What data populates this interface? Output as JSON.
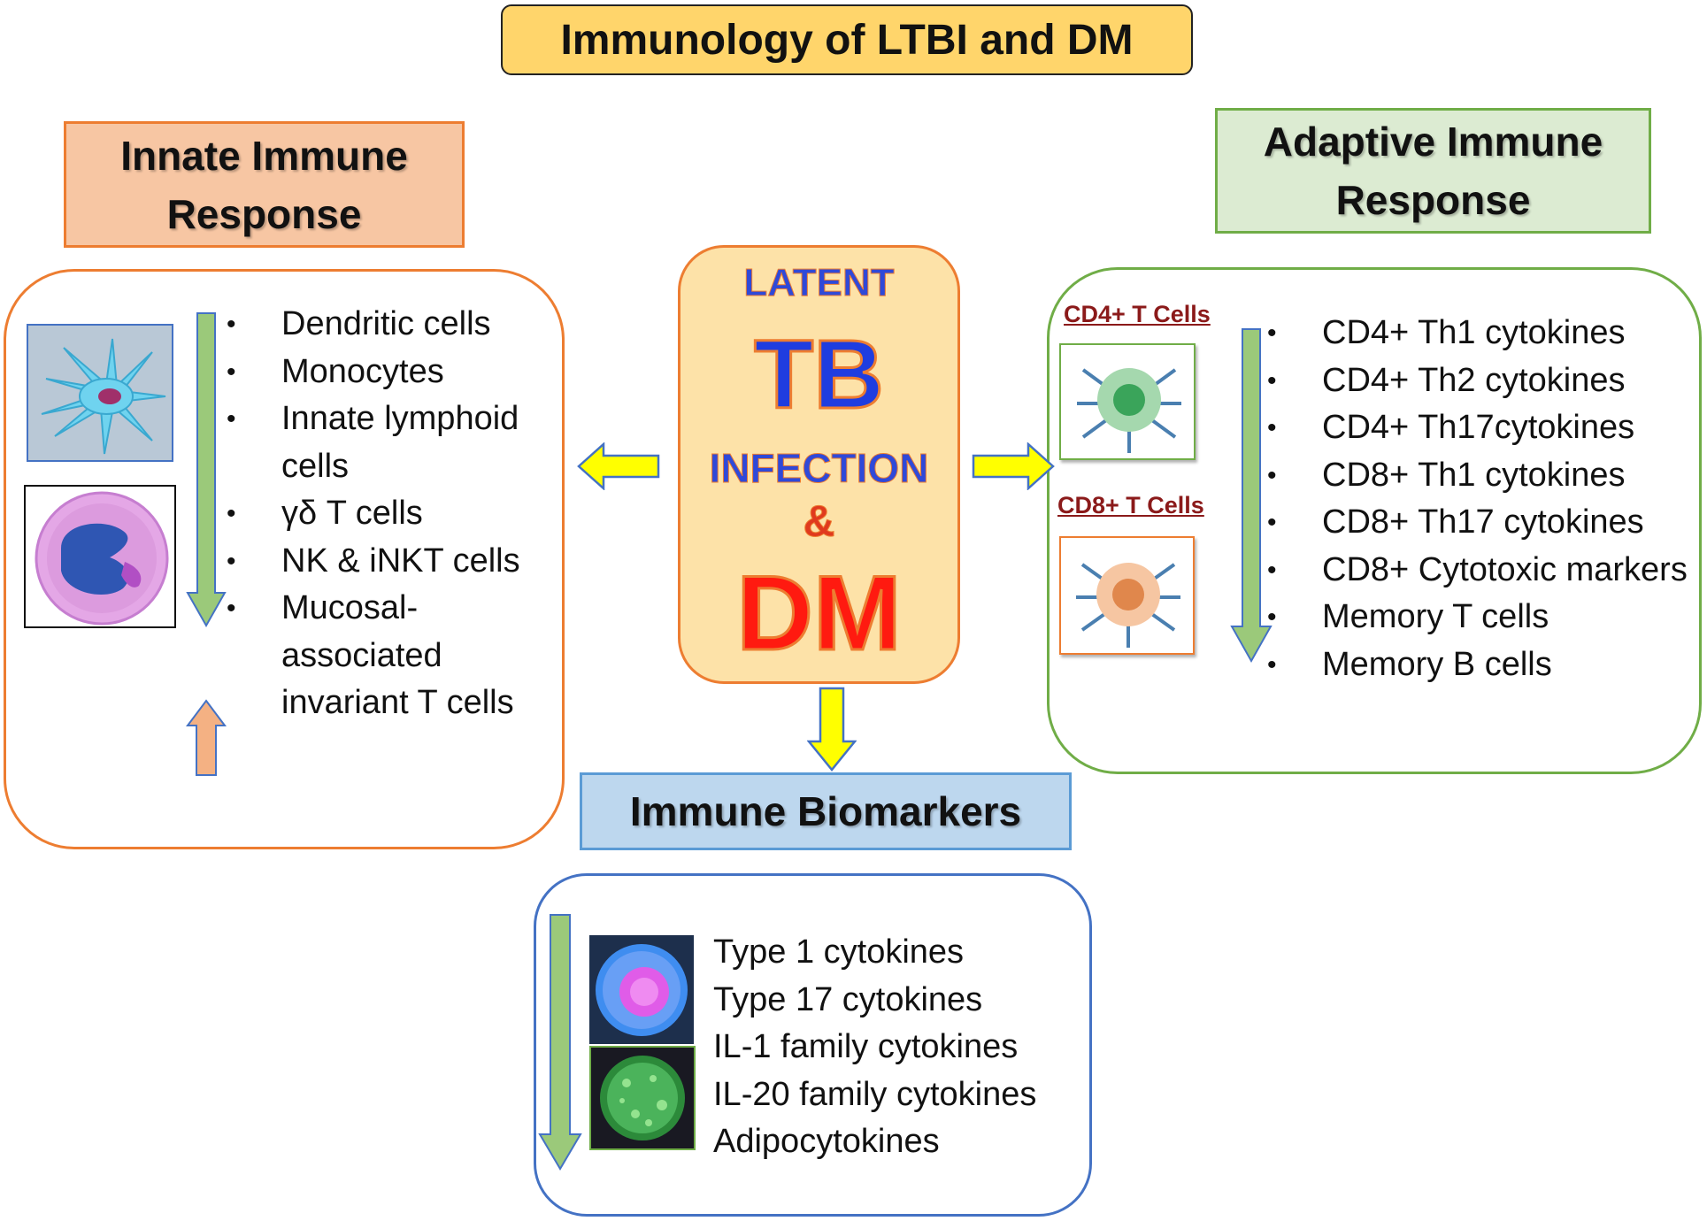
{
  "title": "Immunology of LTBI and DM",
  "innate": {
    "header_line1": "Innate Immune",
    "header_line2": "Response",
    "items": [
      "Dendritic cells",
      "Monocytes",
      "Innate lymphoid cells",
      "γδ T cells",
      "NK & iNKT cells",
      "Mucosal-associated invariant T cells"
    ]
  },
  "adaptive": {
    "header_line1": "Adaptive Immune",
    "header_line2": "Response",
    "cd4_label": "CD4+ T Cells",
    "cd8_label": "CD8+ T Cells",
    "items": [
      "CD4+ Th1 cytokines",
      "CD4+ Th2 cytokines",
      "CD4+ Th17cytokines",
      "CD8+ Th1 cytokines",
      "CD8+ Th17 cytokines",
      "CD8+ Cytotoxic markers",
      "Memory T cells",
      "Memory B cells"
    ]
  },
  "center": {
    "latent": "LATENT",
    "tb": "TB",
    "infection": "INFECTION",
    "amp": "&",
    "dm": "DM"
  },
  "biomarkers": {
    "header": "Immune Biomarkers",
    "items": [
      "Type 1 cytokines",
      "Type 17 cytokines",
      "IL-1 family cytokines",
      "IL-20 family cytokines",
      "Adipocytokines"
    ]
  },
  "colors": {
    "title_fill": "#ffd56b",
    "innate_border": "#ed7d31",
    "adaptive_border": "#70ad47",
    "biomarker_border": "#4472c4",
    "down_arrow_green": "#9bc97a",
    "up_arrow_orange": "#f4b183",
    "center_arrow_yellow": "#ffff00"
  }
}
